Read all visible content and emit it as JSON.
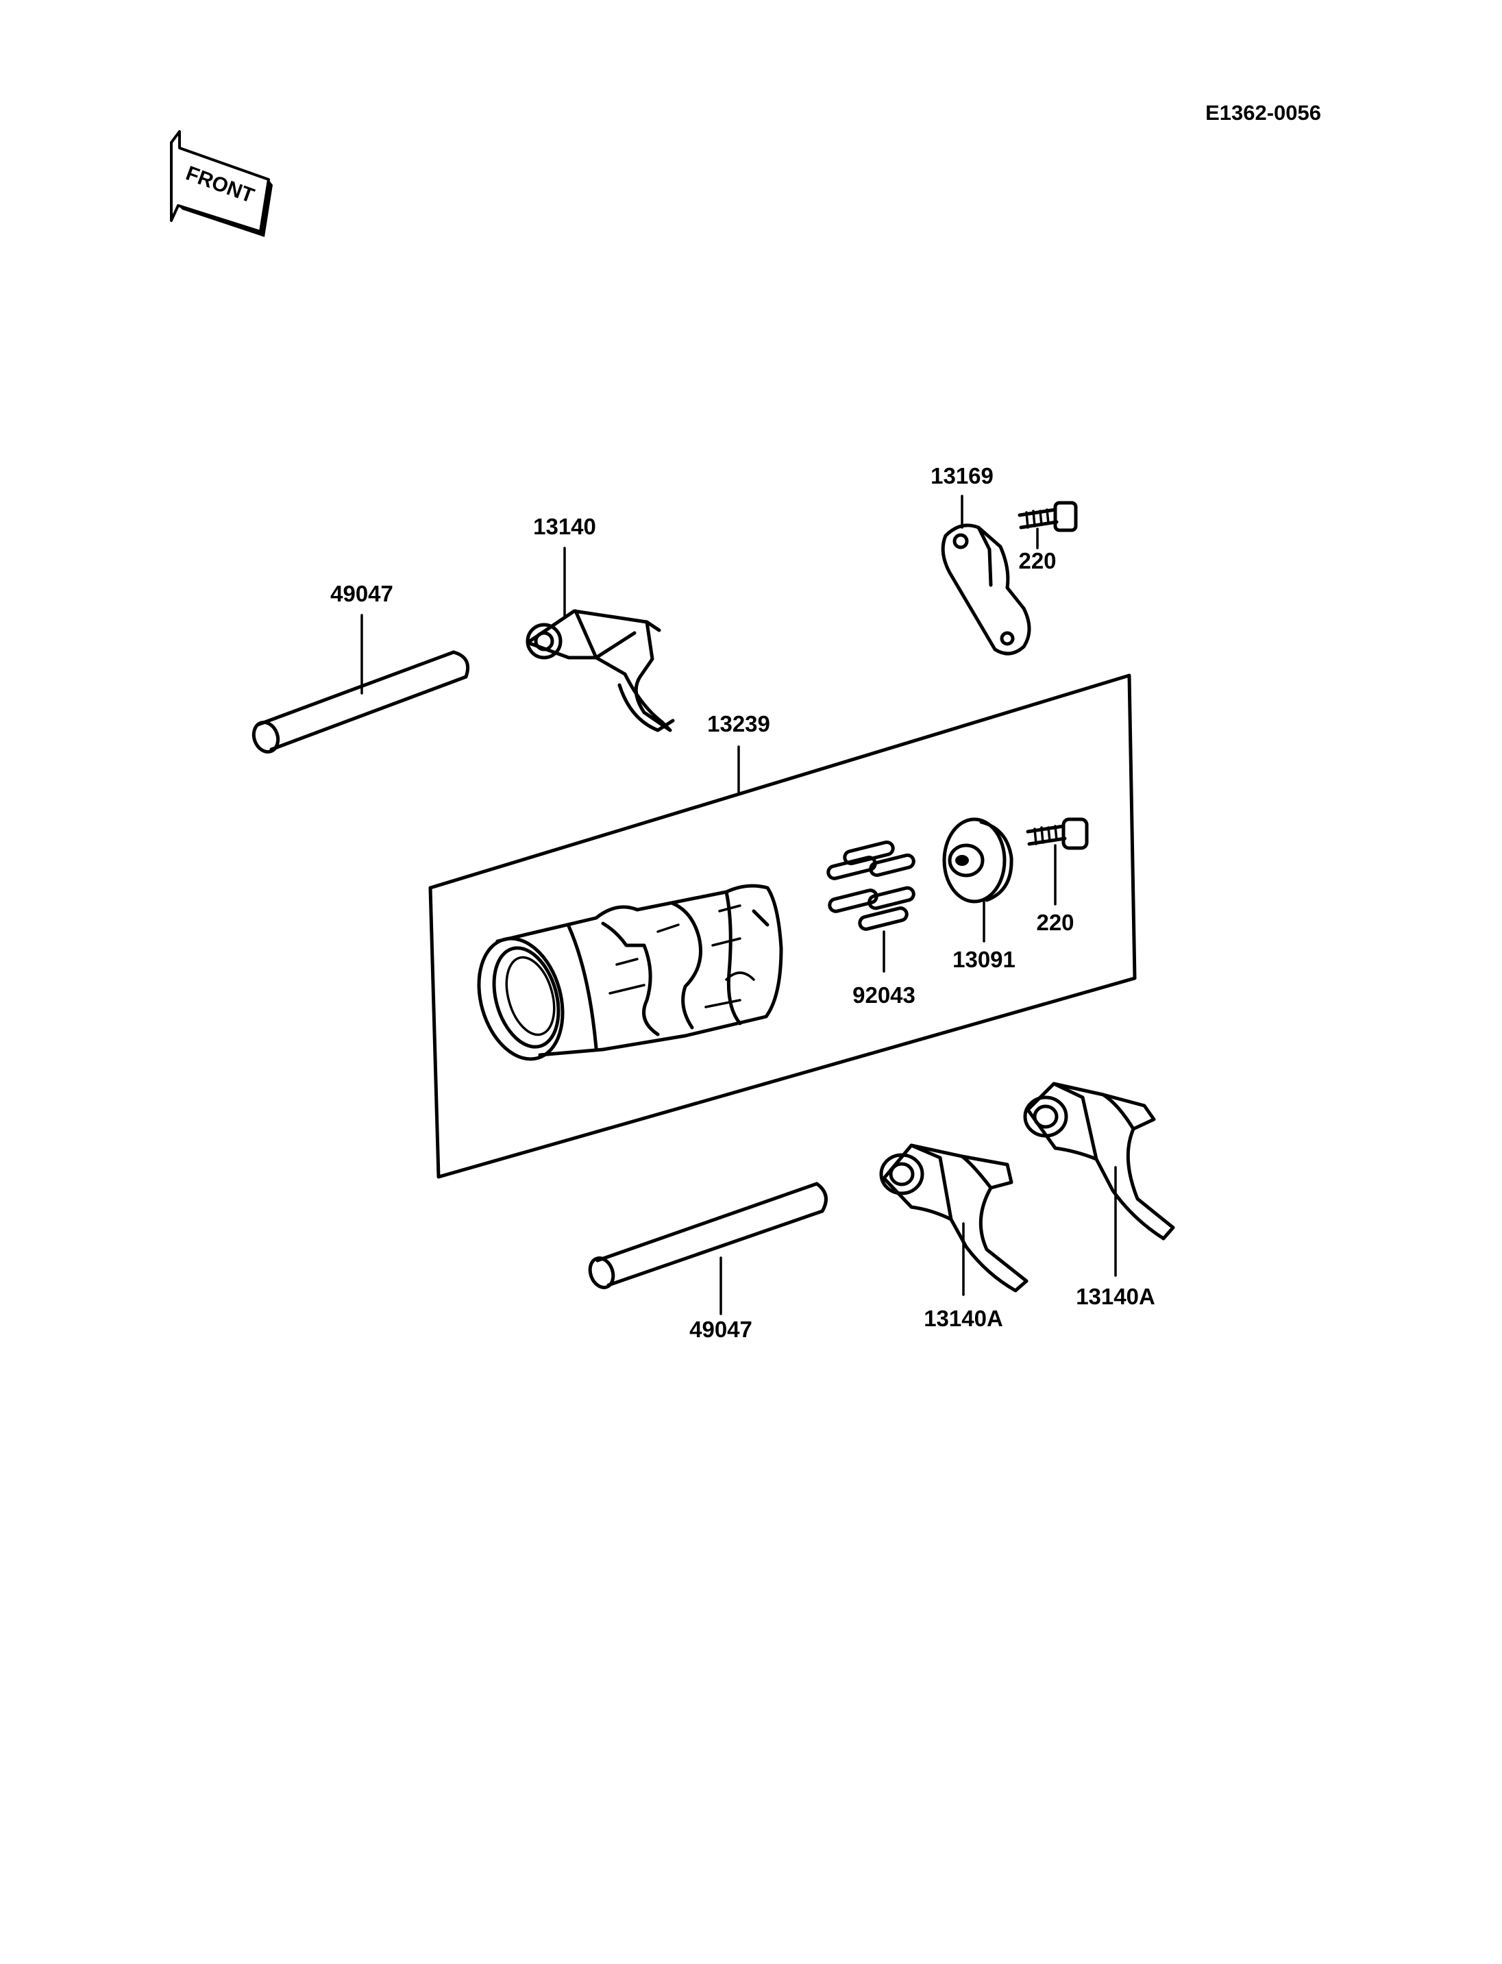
{
  "reference_code": "E1362-0056",
  "front_label": "FRONT",
  "labels": {
    "shaft_upper": "49047",
    "fork_upper": "13140",
    "plate": "13169",
    "bolt_upper": "220",
    "drum_assembly": "13239",
    "pins": "92043",
    "cam": "13091",
    "bolt_lower": "220",
    "shaft_lower": "49047",
    "fork_lower_left": "13140A",
    "fork_lower_right": "13140A"
  }
}
